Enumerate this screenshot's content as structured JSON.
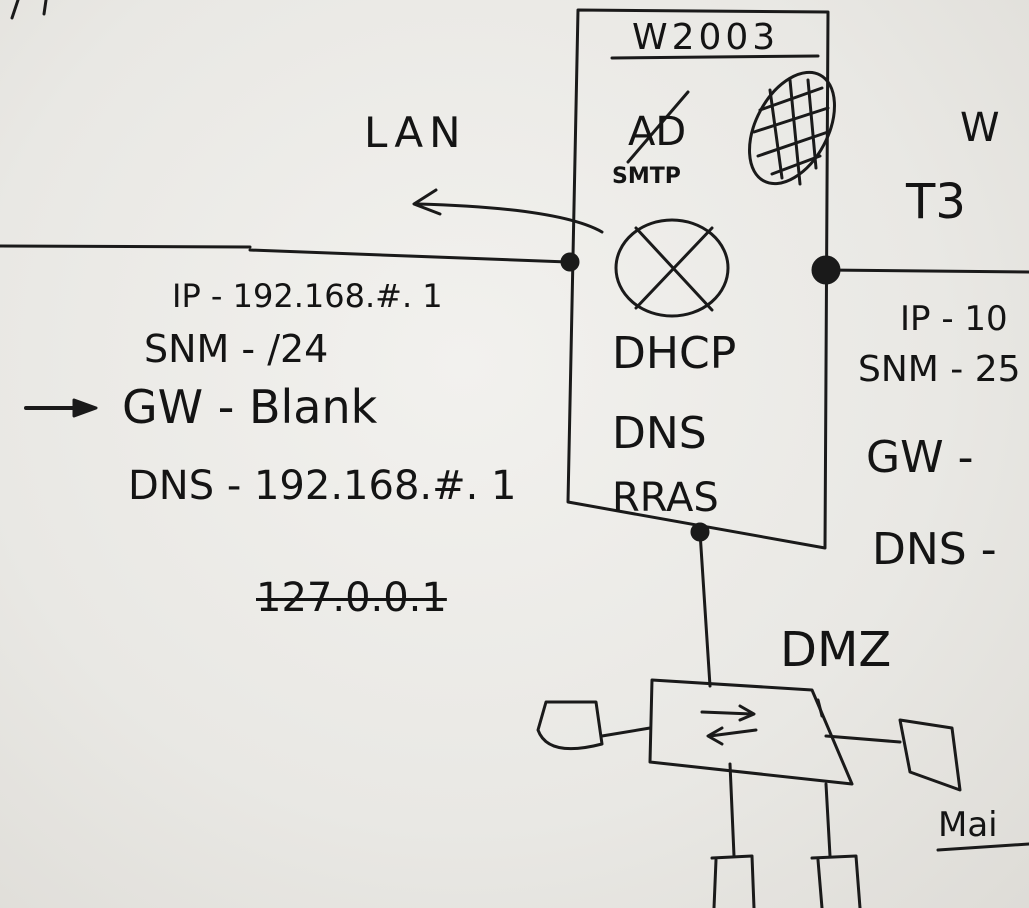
{
  "server": {
    "title": "W2003",
    "crossed_label": "AD",
    "services": [
      "SMTP",
      "DHCP",
      "DNS",
      "RRAS"
    ]
  },
  "lan": {
    "label": "LAN",
    "ip": "IP - 192.168.#. 1",
    "subnet": "SNM - /24",
    "gateway": "GW - Blank",
    "dns": "DNS - 192.168.#. 1",
    "dns_crossed": "127.0.0.1"
  },
  "wan": {
    "label": "W",
    "link": "T3",
    "ip": "IP - 10",
    "subnet": "SNM - 25",
    "gateway": "GW -",
    "dns": "DNS -"
  },
  "dmz": {
    "label": "DMZ",
    "mail": "Mai"
  },
  "ink_color": "#141414"
}
